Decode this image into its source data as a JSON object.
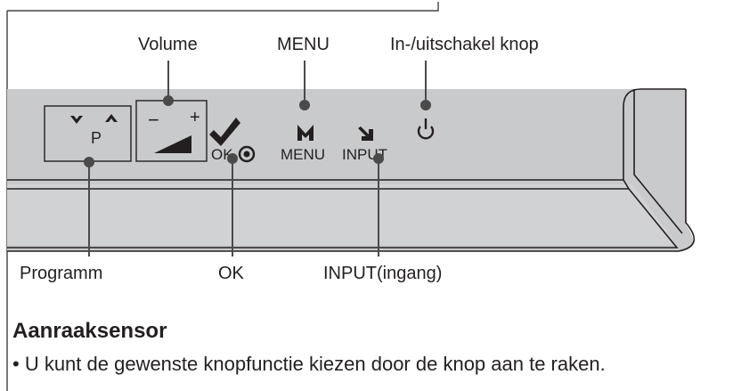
{
  "callouts": {
    "volume": "Volume",
    "menu": "MENU",
    "power": "In-/uitschakel knop",
    "programm": "Programm",
    "ok": "OK",
    "input": "INPUT(ingang)"
  },
  "buttons": {
    "p_label": "P",
    "ok_label": "OK",
    "menu_label": "MENU",
    "input_label": "INPUT"
  },
  "section": {
    "heading": "Aanraaksensor",
    "bullet": "• U kunt de gewenste knopfunctie kiezen door de knop aan te raken."
  },
  "colors": {
    "panel": "#c9cacc",
    "lower_panel": "#d1d2d4",
    "ink": "#231f20",
    "line": "#4a4a4a"
  }
}
